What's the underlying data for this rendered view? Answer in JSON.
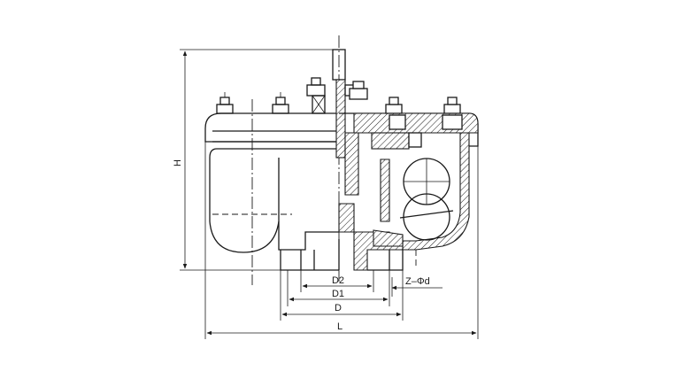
{
  "labels": {
    "H": "H",
    "D2": "D2",
    "D1": "D1",
    "D": "D",
    "L": "L",
    "bolt_holes": "Z–Φd"
  }
}
